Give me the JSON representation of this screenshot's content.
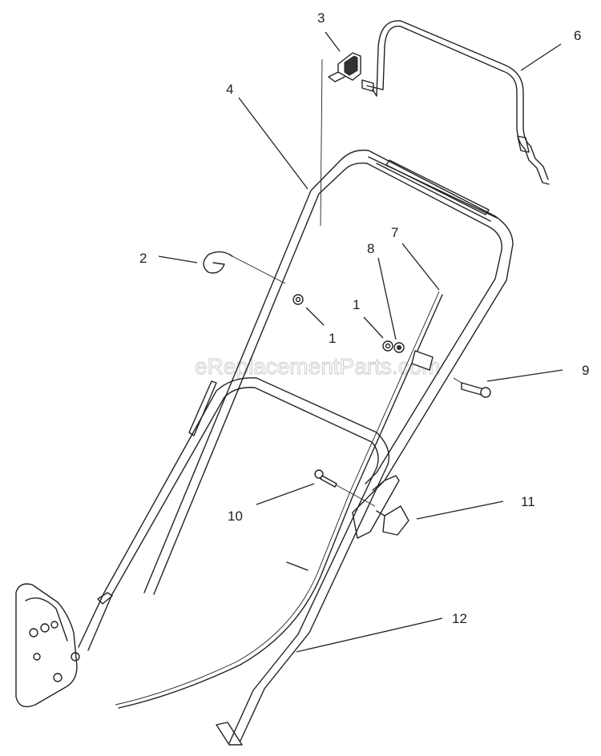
{
  "watermark": "eReplacementParts.com",
  "callouts": [
    {
      "id": "c1a",
      "label": "1"
    },
    {
      "id": "c1b",
      "label": "1"
    },
    {
      "id": "c2",
      "label": "2"
    },
    {
      "id": "c3",
      "label": "3"
    },
    {
      "id": "c4",
      "label": "4"
    },
    {
      "id": "c6",
      "label": "6"
    },
    {
      "id": "c7",
      "label": "7"
    },
    {
      "id": "c8",
      "label": "8"
    },
    {
      "id": "c9",
      "label": "9"
    },
    {
      "id": "c10",
      "label": "10"
    },
    {
      "id": "c11",
      "label": "11"
    },
    {
      "id": "c12",
      "label": "12"
    }
  ]
}
